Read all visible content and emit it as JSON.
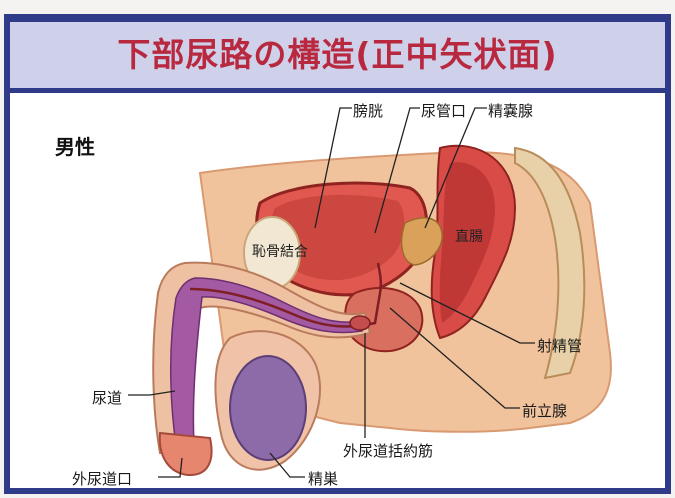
{
  "title": "下部尿路の構造(正中矢状面)",
  "section": "男性",
  "labels": {
    "bladder": "膀胱",
    "urethral_orifice": "尿管口",
    "seminal_vesicle": "精嚢腺",
    "pubic_symphysis": "恥骨結合",
    "rectum": "直腸",
    "ejaculatory_duct": "射精管",
    "prostate": "前立腺",
    "urethra": "尿道",
    "external_sphincter": "外尿道括約筋",
    "external_meatus": "外尿道口",
    "testis": "精巣"
  },
  "colors": {
    "frame": "#2f3b88",
    "title_band": "#cfd0ea",
    "title_text": "#b8283f"
  }
}
